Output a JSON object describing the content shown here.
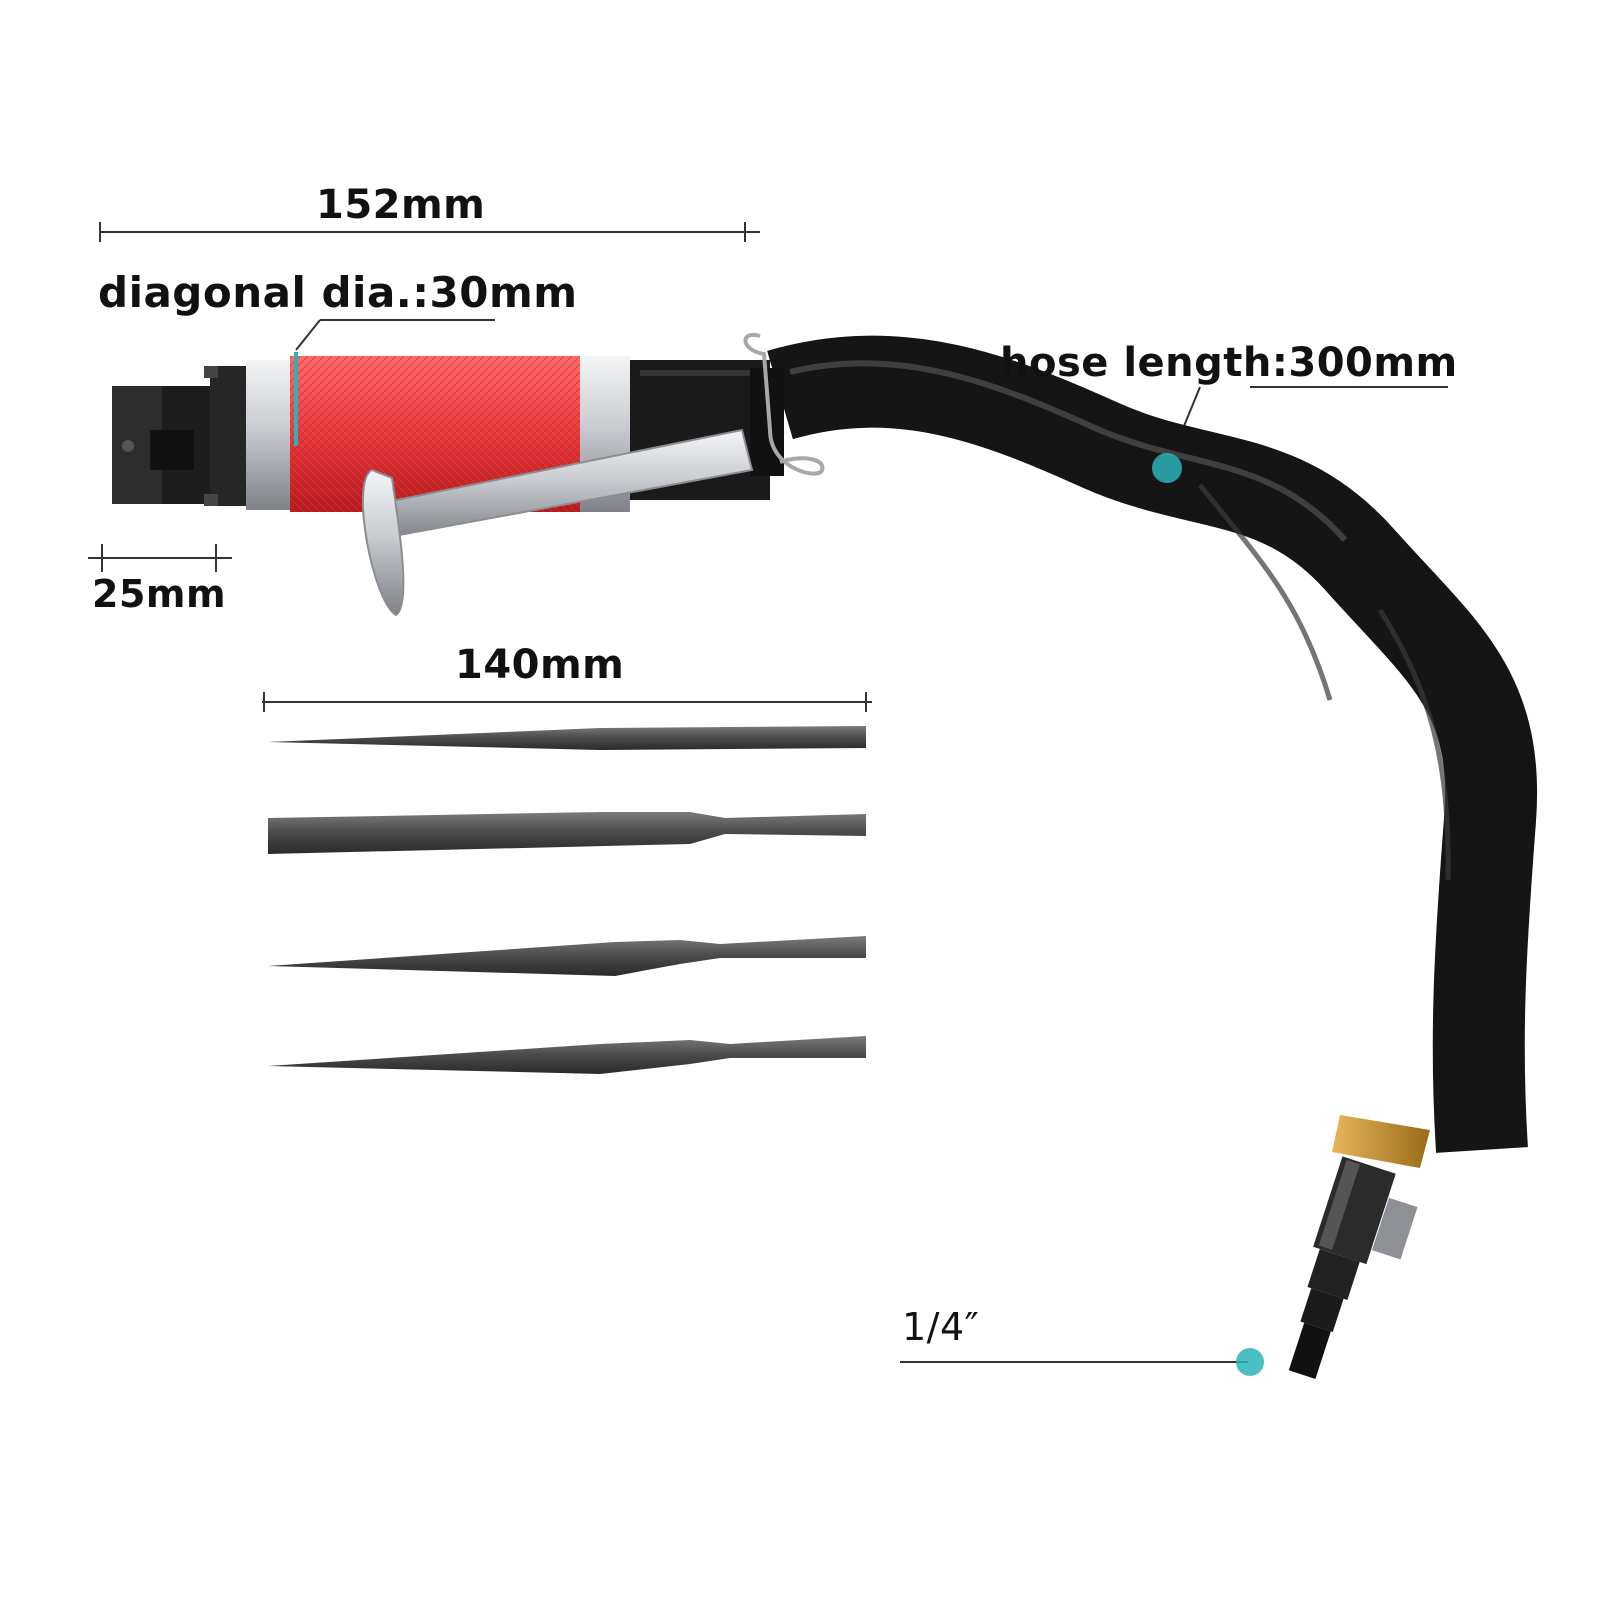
{
  "labels": {
    "overall_length": "152mm",
    "diagonal_diameter": "diagonal dia.:30mm",
    "head_width": "25mm",
    "file_length": "140mm",
    "hose_length": "hose length:300mm",
    "fitting_size": "1/4″"
  },
  "colors": {
    "grip": "#e8383b",
    "hose": "#151515",
    "chrome": "#c9ccd0",
    "brass": "#c9952e",
    "marker": "#2bb3b8",
    "file": "#4a4a4a"
  },
  "file_count": 4
}
